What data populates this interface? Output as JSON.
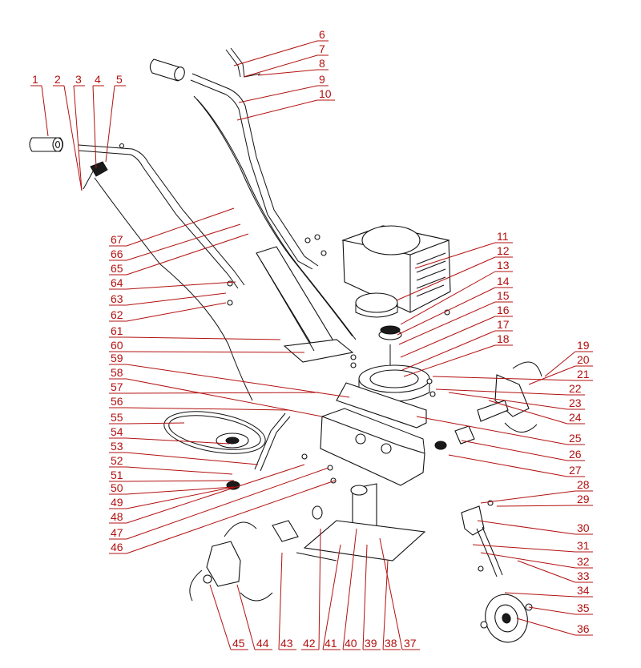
{
  "diagram": {
    "parts": [
      {
        "no": "1"
      },
      {
        "no": "2"
      },
      {
        "no": "3"
      },
      {
        "no": "4"
      },
      {
        "no": "5"
      },
      {
        "no": "6"
      },
      {
        "no": "7"
      },
      {
        "no": "8"
      },
      {
        "no": "9"
      },
      {
        "no": "10"
      },
      {
        "no": "11"
      },
      {
        "no": "12"
      },
      {
        "no": "13"
      },
      {
        "no": "14"
      },
      {
        "no": "15"
      },
      {
        "no": "16"
      },
      {
        "no": "17"
      },
      {
        "no": "18"
      },
      {
        "no": "19"
      },
      {
        "no": "20"
      },
      {
        "no": "21"
      },
      {
        "no": "22"
      },
      {
        "no": "23"
      },
      {
        "no": "24"
      },
      {
        "no": "25"
      },
      {
        "no": "26"
      },
      {
        "no": "27"
      },
      {
        "no": "28"
      },
      {
        "no": "29"
      },
      {
        "no": "30"
      },
      {
        "no": "31"
      },
      {
        "no": "32"
      },
      {
        "no": "33"
      },
      {
        "no": "34"
      },
      {
        "no": "35"
      },
      {
        "no": "36"
      },
      {
        "no": "37"
      },
      {
        "no": "38"
      },
      {
        "no": "39"
      },
      {
        "no": "40"
      },
      {
        "no": "41"
      },
      {
        "no": "42"
      },
      {
        "no": "43"
      },
      {
        "no": "44"
      },
      {
        "no": "45"
      },
      {
        "no": "46"
      },
      {
        "no": "47"
      },
      {
        "no": "48"
      },
      {
        "no": "49"
      },
      {
        "no": "50"
      },
      {
        "no": "51"
      },
      {
        "no": "52"
      },
      {
        "no": "53"
      },
      {
        "no": "54"
      },
      {
        "no": "55"
      },
      {
        "no": "56"
      },
      {
        "no": "57"
      },
      {
        "no": "58"
      },
      {
        "no": "59"
      },
      {
        "no": "60"
      },
      {
        "no": "61"
      },
      {
        "no": "62"
      },
      {
        "no": "63"
      },
      {
        "no": "64"
      },
      {
        "no": "65"
      },
      {
        "no": "66"
      },
      {
        "no": "67"
      }
    ],
    "label_color": "#b31010",
    "line_color": "#111111"
  }
}
